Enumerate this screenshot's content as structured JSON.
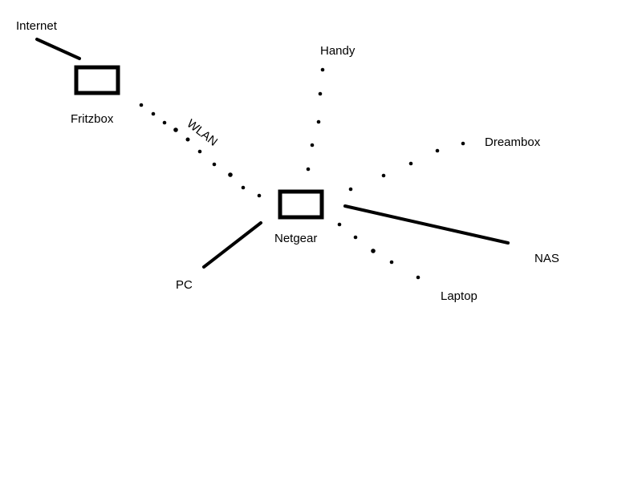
{
  "colors": {
    "background": "#ffffff",
    "ink": "#000000"
  },
  "labels": {
    "internet": "Internet",
    "fritzbox": "Fritzbox",
    "wlan": "WLAN",
    "handy": "Handy",
    "dreambox": "Dreambox",
    "netgear": "Netgear",
    "nas": "NAS",
    "pc": "PC",
    "laptop": "Laptop"
  },
  "devices": [
    {
      "id": "fritzbox",
      "kind": "box"
    },
    {
      "id": "netgear",
      "kind": "box"
    }
  ],
  "connections": [
    {
      "from": "internet",
      "to": "fritzbox",
      "type": "wired"
    },
    {
      "from": "fritzbox",
      "to": "netgear",
      "type": "wireless",
      "label": "WLAN"
    },
    {
      "from": "netgear",
      "to": "handy",
      "type": "wireless"
    },
    {
      "from": "netgear",
      "to": "dreambox",
      "type": "wireless"
    },
    {
      "from": "netgear",
      "to": "nas",
      "type": "wired"
    },
    {
      "from": "netgear",
      "to": "pc",
      "type": "wired"
    },
    {
      "from": "netgear",
      "to": "laptop",
      "type": "wireless"
    }
  ]
}
